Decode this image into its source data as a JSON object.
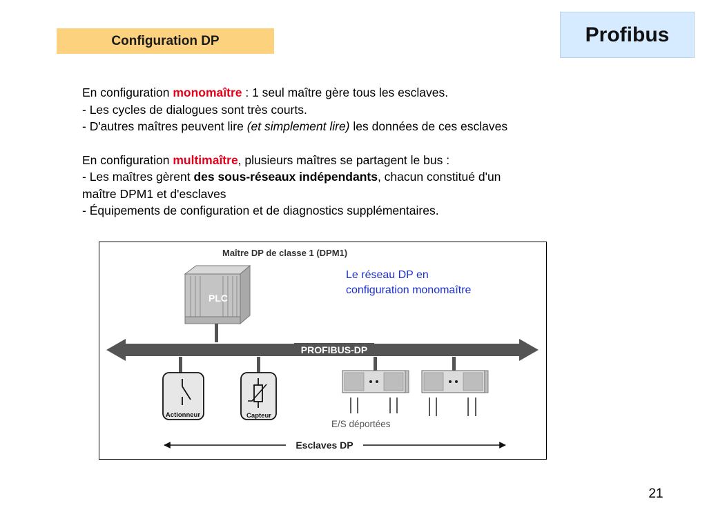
{
  "header": {
    "section_label": "Configuration DP",
    "title": "Profibus"
  },
  "body": {
    "p1": {
      "prefix": "En configuration ",
      "highlight": "monomaître",
      "suffix": " : 1 seul maître gère tous les esclaves.",
      "line2": "- Les cycles de dialogues sont très courts.",
      "line3_prefix": "- D'autres maîtres peuvent lire ",
      "line3_italic": "(et simplement lire)",
      "line3_suffix": " les données de ces esclaves"
    },
    "p2": {
      "prefix": "En configuration ",
      "highlight": "multimaître",
      "suffix": ", plusieurs maîtres se partagent le bus :",
      "line2_prefix": "- Les maîtres gèrent ",
      "line2_bold": "des sous-réseaux indépendants",
      "line2_suffix": ", chacun constitué d'un maître DPM1 et d'esclaves",
      "line3": "- Équipements de configuration et de diagnostics supplémentaires."
    }
  },
  "diagram": {
    "master_label": "Maître DP de classe 1 (DPM1)",
    "plc_label": "PLC",
    "note_line1": "Le réseau DP en",
    "note_line2": "configuration monomaître",
    "bus_label": "PROFIBUS-DP",
    "actuator_label": "Actionneur",
    "sensor_label": "Capteur",
    "io_label": "E/S déportées",
    "slaves_label": "Esclaves DP",
    "colors": {
      "bus": "#545454",
      "note": "#1b2fcf",
      "device_fill": "#e7e7e7",
      "highlight": "#e3001b"
    }
  },
  "footer": {
    "page_number": "21"
  }
}
